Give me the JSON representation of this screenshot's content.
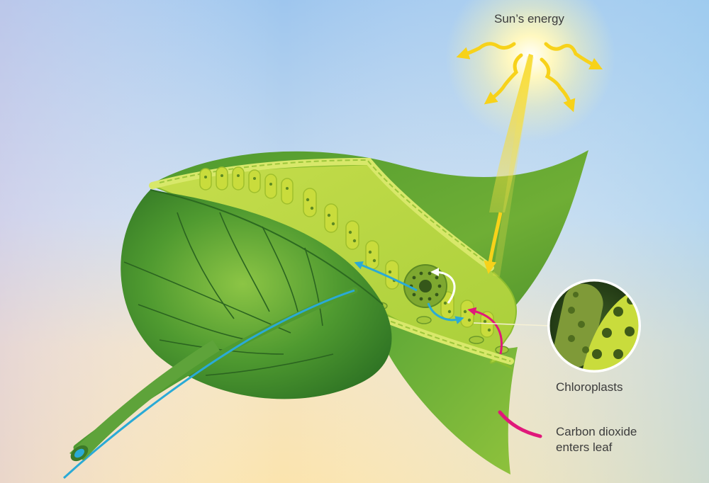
{
  "labels": {
    "sun": "Sun’s energy",
    "chloroplasts": "Chloroplasts",
    "co2_line1": "Carbon dioxide",
    "co2_line2": "enters leaf"
  },
  "colors": {
    "sky_blue": "#a9cdee",
    "sky_warm": "#fbe7b4",
    "leaf_dark": "#3f8a2c",
    "leaf_mid": "#6aa83a",
    "leaf_light": "#b8d84a",
    "cell_yellow": "#c9dc3c",
    "sun_ray": "#f7d21a",
    "water_arrow": "#2aaad6",
    "co2_arrow": "#e0187a",
    "oxygen_arrow": "#ffffff"
  }
}
